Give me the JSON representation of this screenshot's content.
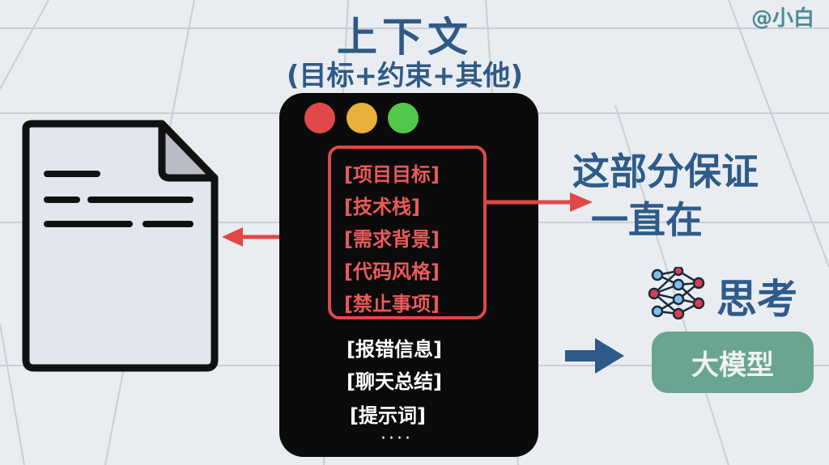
{
  "title": "上下文",
  "subtitle": "(目标+约束+其他)",
  "watermark": "@小白",
  "context_window": {
    "persistent_items": [
      "[项目目标]",
      "[技术栈]",
      "[需求背景]",
      "[代码风格]",
      "[禁止事项]"
    ],
    "other_items": [
      "[报错信息]",
      "[聊天总结]",
      "[提示词]"
    ],
    "more": "····"
  },
  "right_note": {
    "line1": "这部分保证",
    "line2": "一直在"
  },
  "thinking_label": "思考",
  "model_label": "大模型",
  "colors": {
    "title": "#2f5a87",
    "accent_red": "#e04848",
    "model_green": "#6aa58f",
    "terminal": "#0b0b0b"
  }
}
